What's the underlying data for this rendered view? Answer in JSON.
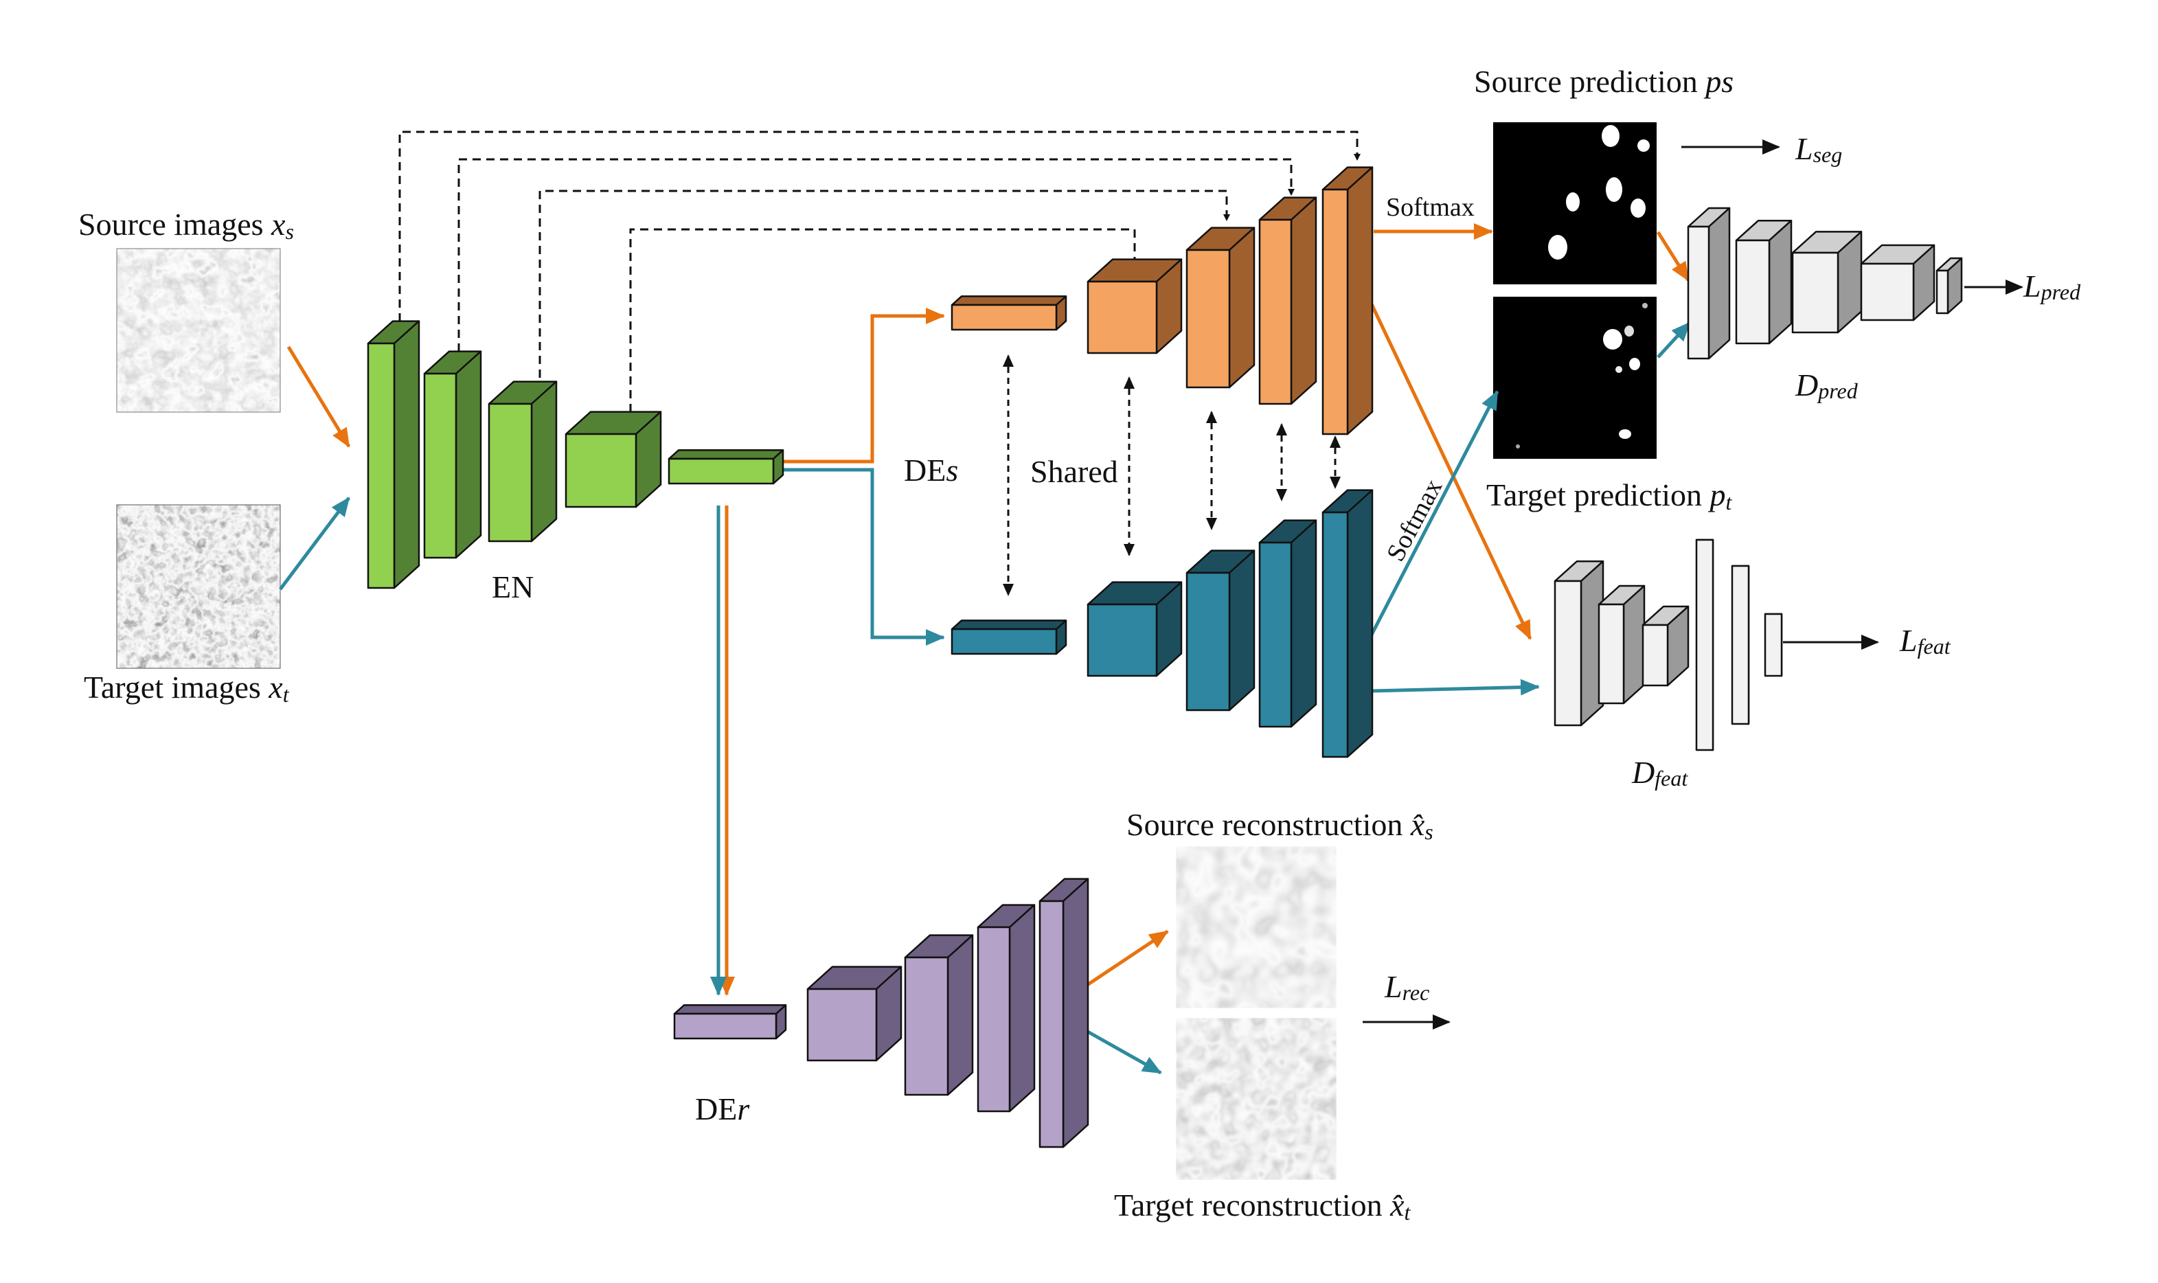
{
  "labels": {
    "source_images": "Source images ",
    "source_images_var": "x",
    "source_images_sub": "s",
    "target_images": "Target images ",
    "target_images_var": "x",
    "target_images_sub": "t",
    "encoder": "EN",
    "decoder_s": "DE",
    "decoder_s_sub": "s",
    "shared": "Shared",
    "decoder_r": "DE",
    "decoder_r_sub": "r",
    "softmax_top": "Softmax",
    "softmax_bottom": "Softmax",
    "source_prediction": "Source prediction ",
    "source_prediction_var": "ps",
    "target_prediction": "Target prediction ",
    "target_prediction_var": "p",
    "target_prediction_sub": "t",
    "loss_seg": "L",
    "loss_seg_sub": "seg",
    "loss_pred": "L",
    "loss_pred_sub": "pred",
    "loss_feat": "L",
    "loss_feat_sub": "feat",
    "loss_rec": "L",
    "loss_rec_sub": "rec",
    "d_pred": "D",
    "d_pred_sub": "pred",
    "d_feat": "D",
    "d_feat_sub": "feat",
    "source_reconstruction": "Source reconstruction ",
    "source_reconstruction_var": "x̂",
    "source_reconstruction_sub": "s",
    "target_reconstruction": "Target reconstruction ",
    "target_reconstruction_var": "x̂",
    "target_reconstruction_sub": "t"
  },
  "colors": {
    "source_arrow": "#e8730f",
    "target_arrow": "#2e8a9e",
    "encoder_front": "#92d050",
    "encoder_side": "#548235",
    "decoder_s_front": "#f4a460",
    "decoder_s_side": "#a0602e",
    "decoder_t_front": "#2e86a0",
    "decoder_t_side": "#1d4e5e",
    "decoder_r_front": "#b4a2c8",
    "decoder_r_side": "#6e6082",
    "disc_front": "#f2f2f2",
    "disc_side": "#9a9a9a"
  }
}
